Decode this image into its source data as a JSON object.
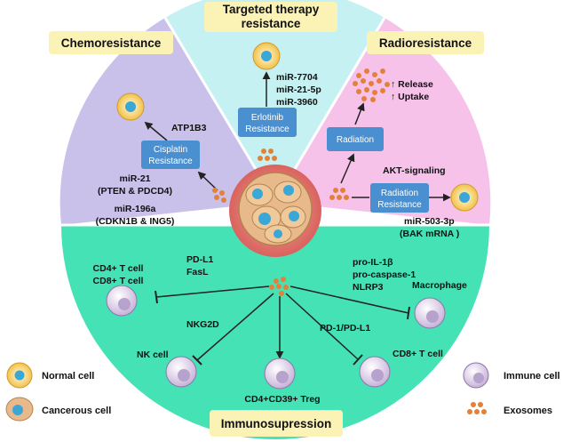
{
  "sections": {
    "chemo": {
      "title": "Chemoresistance",
      "box_line1": "Cisplatin",
      "box_line2": "Resistance",
      "gene": "ATP1B3",
      "mir1": "miR-21",
      "mir1_targets": "(PTEN & PDCD4)",
      "mir2": "miR-196a",
      "mir2_targets": "(CDKN1B & ING5)"
    },
    "targeted": {
      "title_line1": "Targeted therapy",
      "title_line2": "resistance",
      "box_line1": "Erlotinib",
      "box_line2": "Resistance",
      "mirs": [
        "miR-7704",
        "miR-21-5p",
        "miR-3960"
      ]
    },
    "radio": {
      "title": "Radioresistance",
      "release": "↑ Release",
      "uptake": "↑ Uptake",
      "box1": "Radiation",
      "signal": "AKT-signaling",
      "box2_line1": "Radiation",
      "box2_line2": "Resistance",
      "mir": "miR-503-3p",
      "mir_target": "(BAK mRNA )"
    },
    "immuno": {
      "title": "Immunosupression",
      "left_cells_line1": "CD4+ T cell",
      "left_cells_line2": "CD8+ T cell",
      "left_factors_line1": "PD-L1",
      "left_factors_line2": "FasL",
      "right_factors": [
        "pro-IL-1β",
        "pro-caspase-1",
        "NLRP3"
      ],
      "macrophage": "Macrophage",
      "nkg2d": "NKG2D",
      "nk_cell": "NK cell",
      "treg": "CD4+CD39+ Treg",
      "pd1": "PD-1/PD-L1",
      "cd8": "CD8+ T cell"
    }
  },
  "legend": {
    "normal": "Normal cell",
    "cancer": "Cancerous cell",
    "immune": "Immune cell",
    "exosomes": "Exosomes"
  },
  "colors": {
    "chemo_bg": "#c9c1ea",
    "targeted_bg": "#c6f1f2",
    "radio_bg": "#f7c2ea",
    "immuno_bg": "#45e2b6",
    "box": "#4a8fd0",
    "title_bg": "#fbf2b6",
    "exosome": "#e3813a"
  }
}
